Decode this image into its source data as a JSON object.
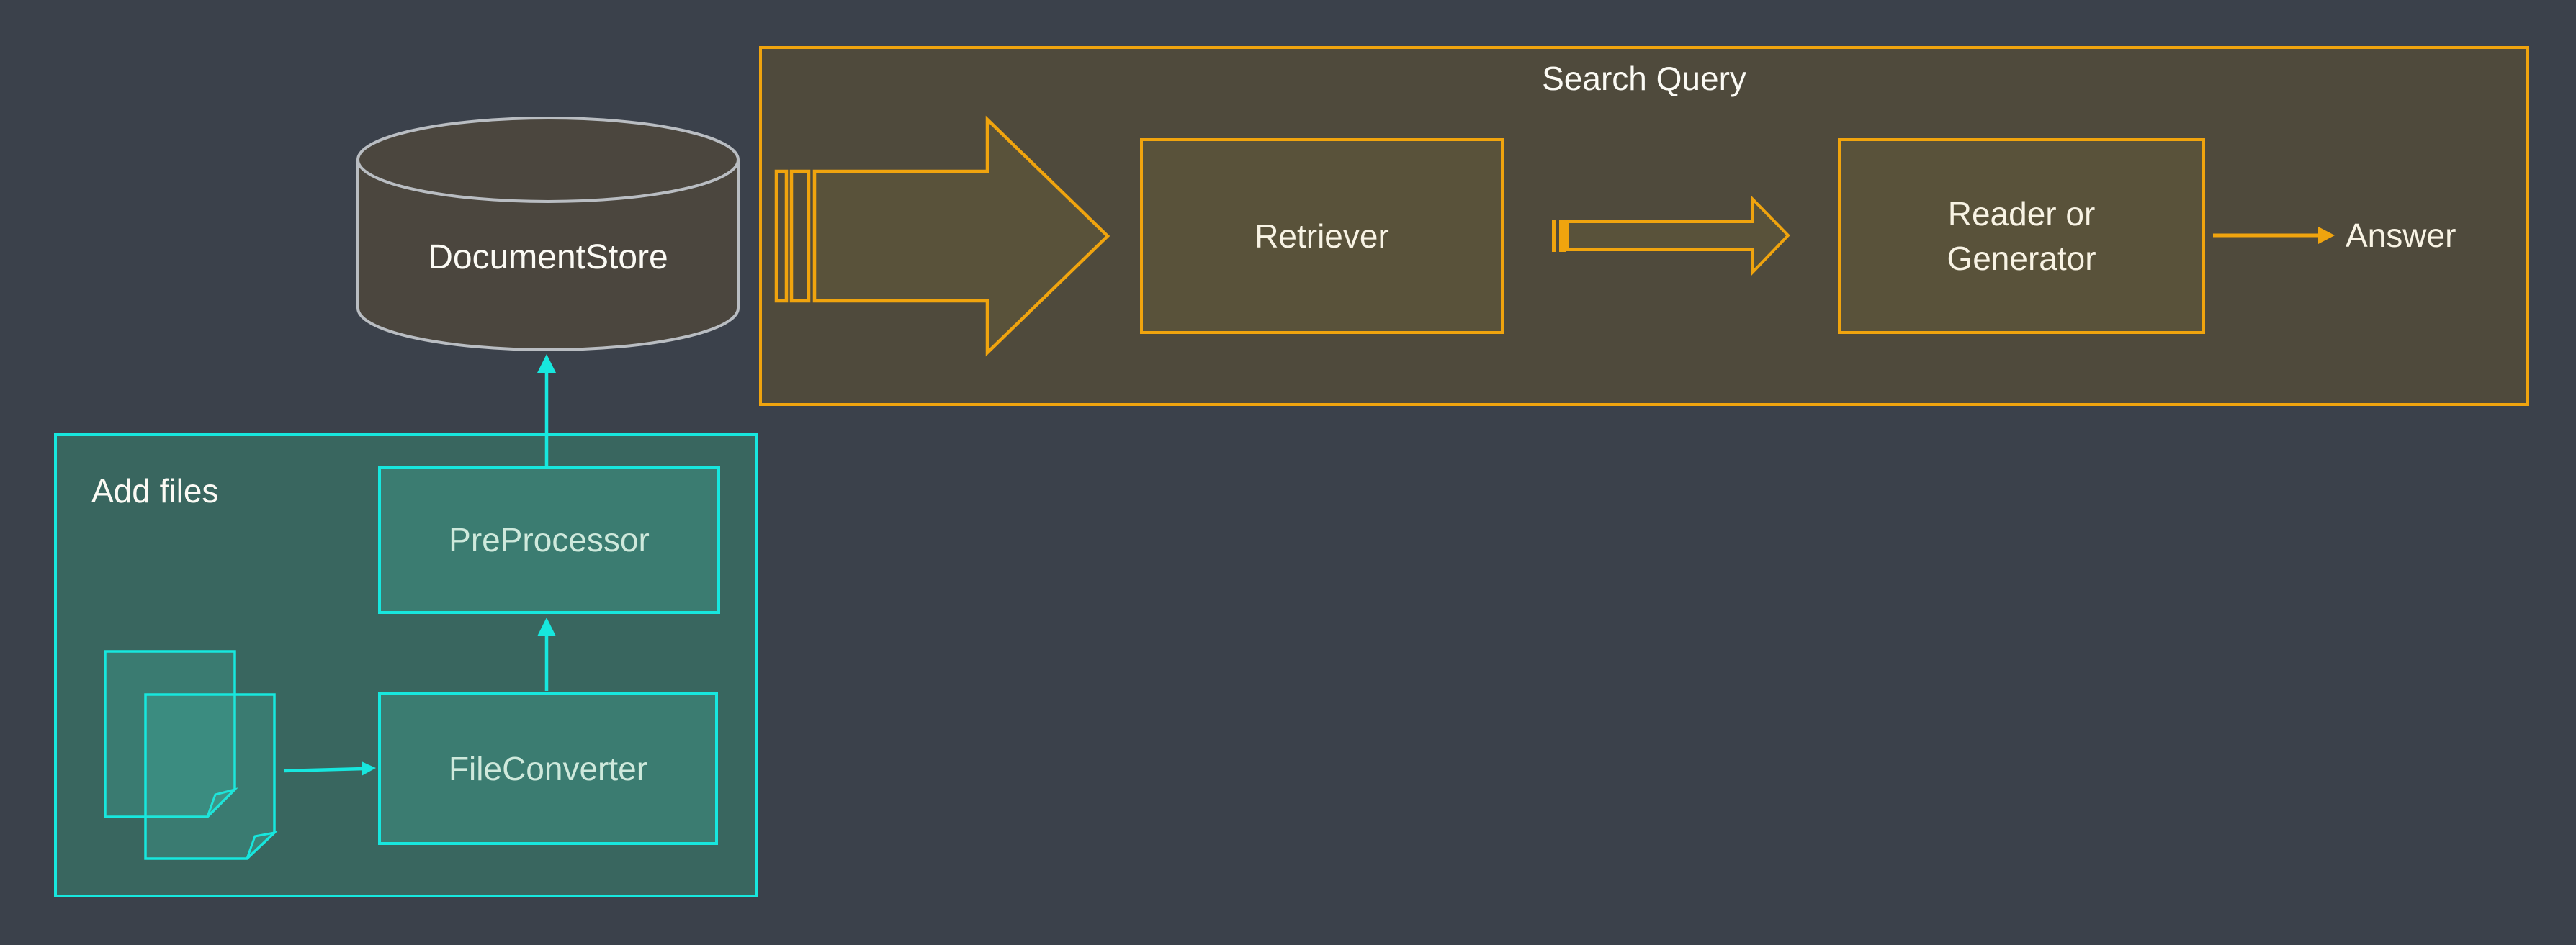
{
  "search_query": {
    "title": "Search Query",
    "retriever_label": "Retriever",
    "reader_line1": "Reader or",
    "reader_line2": "Generator",
    "answer_label": "Answer"
  },
  "document_store": {
    "label": "DocumentStore"
  },
  "add_files": {
    "title": "Add files",
    "preprocessor_label": "PreProcessor",
    "fileconverter_label": "FileConverter"
  },
  "palette": {
    "background": "#3b414b",
    "accent_orange": "#f0a40e",
    "accent_cyan": "#17e7de",
    "query_group_fill": "#4f4a3c",
    "query_node_fill": "#59523a",
    "teal_group_fill": "#39665f",
    "teal_node_fill": "#3b7c71",
    "cylinder_fill": "#4b463e",
    "cylinder_stroke": "#b9bdc2",
    "text_white": "#fbfaf4",
    "text_cream": "#f8f3e4",
    "text_mint": "#cfe9dc"
  }
}
